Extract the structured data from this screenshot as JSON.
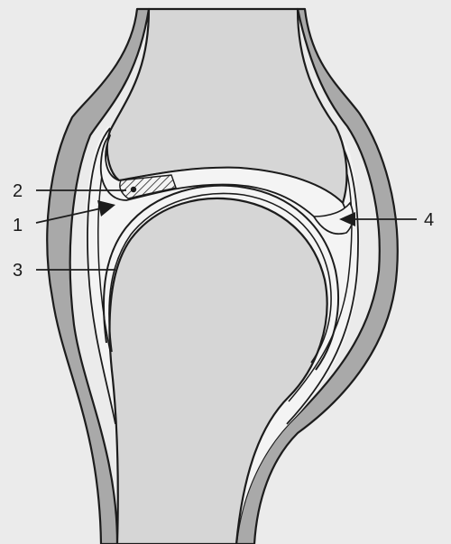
{
  "labels": {
    "label_1": "1",
    "label_2": "2",
    "label_3": "3",
    "label_4": "4"
  },
  "colors": {
    "background": "#ebebeb",
    "bone": "#d6d6d6",
    "capsule": "#a9a9a9",
    "cavity": "#f4f4f4",
    "outline": "#1c1c1c"
  }
}
